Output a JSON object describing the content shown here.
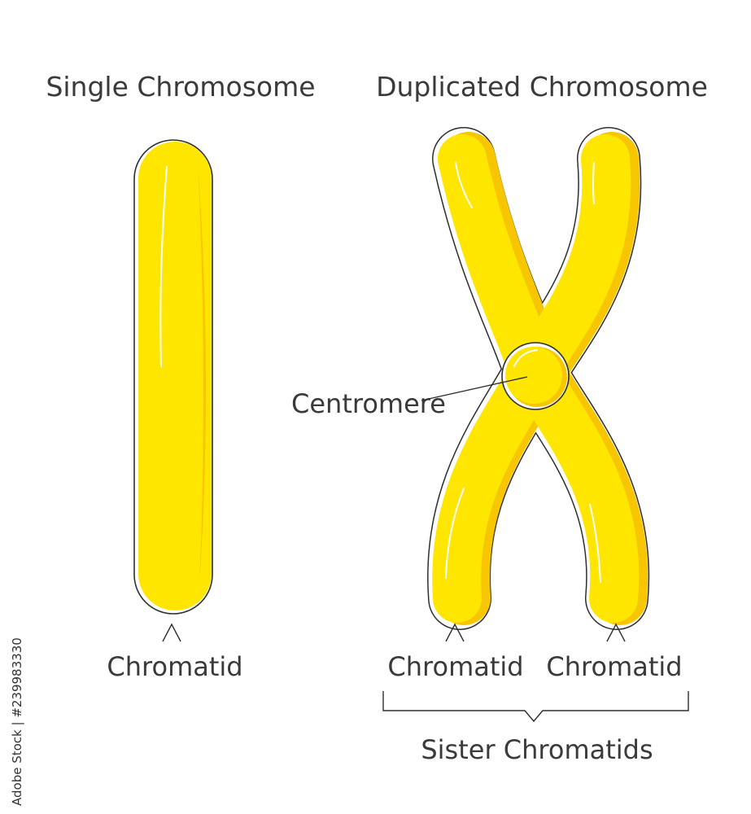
{
  "titles": {
    "single": "Single Chromosome",
    "duplicated": "Duplicated Chromosome"
  },
  "labels": {
    "centromere": "Centromere",
    "chromatid_single": "Chromatid",
    "chromatid_left": "Chromatid",
    "chromatid_right": "Chromatid",
    "sister_chromatids": "Sister Chromatids"
  },
  "watermark": "Adobe Stock | #239983330",
  "colors": {
    "chromosome_fill": "#ffe600",
    "chromosome_shade": "#f7c600",
    "highlight": "#ffffff",
    "outline": "#2e2e2e",
    "text": "#3a3a3a"
  }
}
